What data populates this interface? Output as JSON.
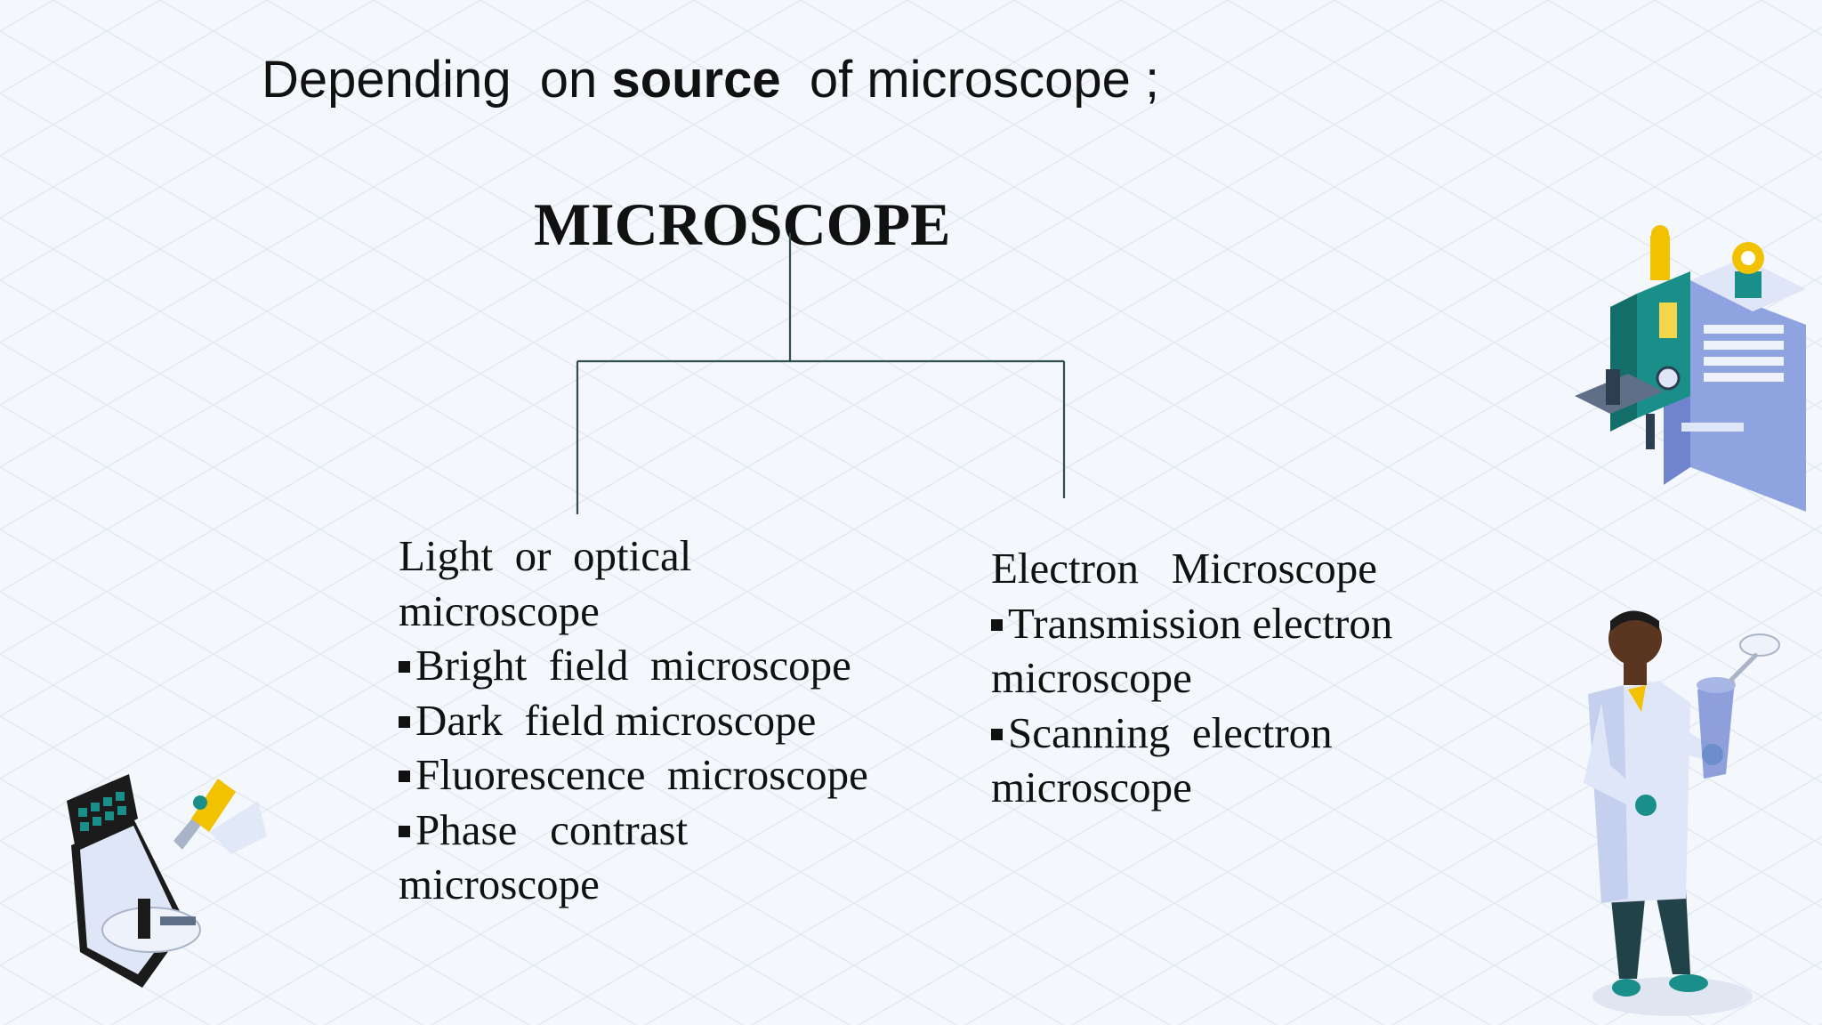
{
  "heading": {
    "part1": "Depending  on ",
    "bold": "source",
    "part2": "  of microscope ;"
  },
  "root": "MICROSCOPE",
  "left_branch": {
    "title_line1": "Light  or  optical",
    "title_line2": "microscope",
    "items": [
      {
        "text": "Bright  field  microscope"
      },
      {
        "text": "Dark  field microscope"
      },
      {
        "text": "Fluorescence  microscope"
      },
      {
        "text": "Phase   contrast"
      }
    ],
    "last_line": "microscope"
  },
  "right_branch": {
    "title": "Electron   Microscope",
    "items": [
      {
        "text": "Transmission electron"
      },
      {
        "text": "Scanning  electron"
      }
    ],
    "cont1": "microscope",
    "cont2": "microscope"
  },
  "colors": {
    "connector": "#2f4f4f",
    "background": "#f4f8fc",
    "accent_teal": "#1a8f8a",
    "accent_yellow": "#f2c200",
    "accent_blue": "#7b8fd6"
  }
}
